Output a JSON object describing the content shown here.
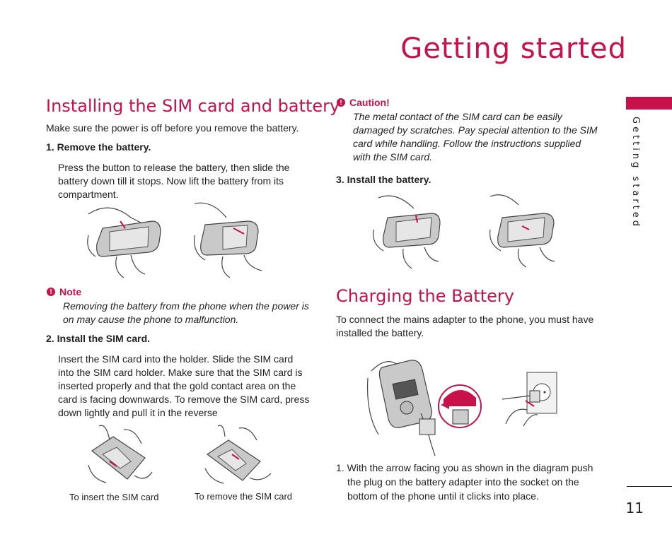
{
  "page": {
    "title": "Getting started",
    "side_tab_label": "Getting started",
    "page_number": "11"
  },
  "left": {
    "heading": "Installing the SIM card and battery",
    "intro": "Make sure the power is off before you remove the battery.",
    "step1": {
      "title": "1. Remove the battery.",
      "lines": [
        "Press the button to release the battery,  then slide the",
        "battery down till it stops. Now lift the battery from its",
        "compartment."
      ]
    },
    "note": {
      "label": "Note",
      "lines": [
        "Removing the battery from the phone when the power is",
        "on may cause the phone to malfunction."
      ]
    },
    "step2": {
      "title": "2. Install the SIM card.",
      "lines": [
        "Insert the SIM card into the holder. Slide the SIM card",
        "into the SIM card holder. Make sure that the SIM card is",
        "inserted properly and that the gold contact area on the",
        "card is facing downwards. To remove the SIM card, press",
        "down lightly and pull it in the reverse"
      ]
    },
    "captions": {
      "insert": "To insert the SIM card",
      "remove": "To remove the SIM card"
    }
  },
  "right": {
    "caution": {
      "label": "Caution!",
      "lines": [
        "The metal contact of the SIM card can be easily",
        "damaged by scratches. Pay special attention to the SIM",
        "card while handling. Follow the instructions supplied",
        "with the SIM card."
      ]
    },
    "step3": {
      "title": "3. Install the battery."
    },
    "charging": {
      "heading": "Charging the Battery",
      "lines": [
        "To connect the mains adapter to the phone, you must have",
        "installed the battery."
      ],
      "item1_lines": [
        "1. With the arrow facing you as shown in the diagram push",
        "the plug on the battery adapter into the socket on the",
        "bottom of the phone until it clicks into place."
      ]
    }
  },
  "colors": {
    "accent": "#c8104a",
    "text": "#222222"
  },
  "icons": {
    "alert": "exclamation-circle-icon"
  }
}
